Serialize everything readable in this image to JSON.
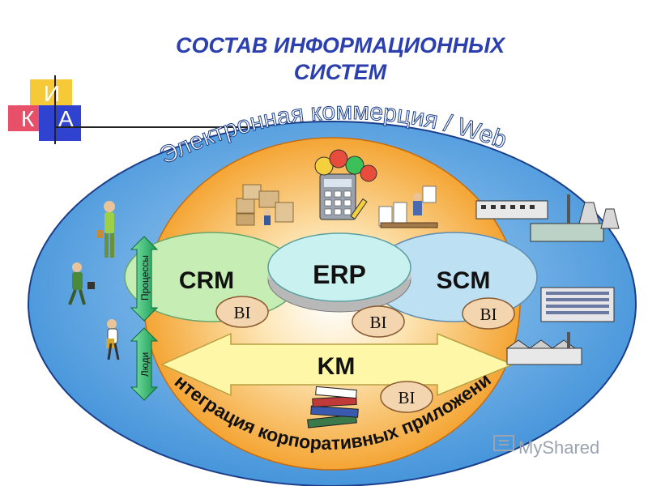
{
  "title": {
    "line1": "СОСТАВ ИНФОРМАЦИОННЫХ",
    "line2": "СИСТЕМ"
  },
  "logo": {
    "letter_top": "И",
    "letter_left": "К",
    "letter_right": "А"
  },
  "diagram": {
    "outer_ring_label": "Электронная коммерция / Web",
    "bottom_arc_label": "Интеграция корпоративных приложений",
    "crm": "CRM",
    "erp": "ERP",
    "scm": "SCM",
    "km": "KM",
    "bi_labels": [
      "BI",
      "BI",
      "BI",
      "BI"
    ],
    "processes_label": "Процессы",
    "people_label": "Люди"
  },
  "watermark": "MyShared",
  "colors": {
    "title": "#2b3fae",
    "outer_oval": "#5aa5e0",
    "orange_core": "#f7a234",
    "crm_green": "#c6edb4",
    "erp_cyan": "#c9f1ef",
    "scm_blue": "#bde0f2",
    "km_arrow": "#fff7a8",
    "bi_tan": "#f3d5b0",
    "vert_arrow": "#3fc07a"
  }
}
